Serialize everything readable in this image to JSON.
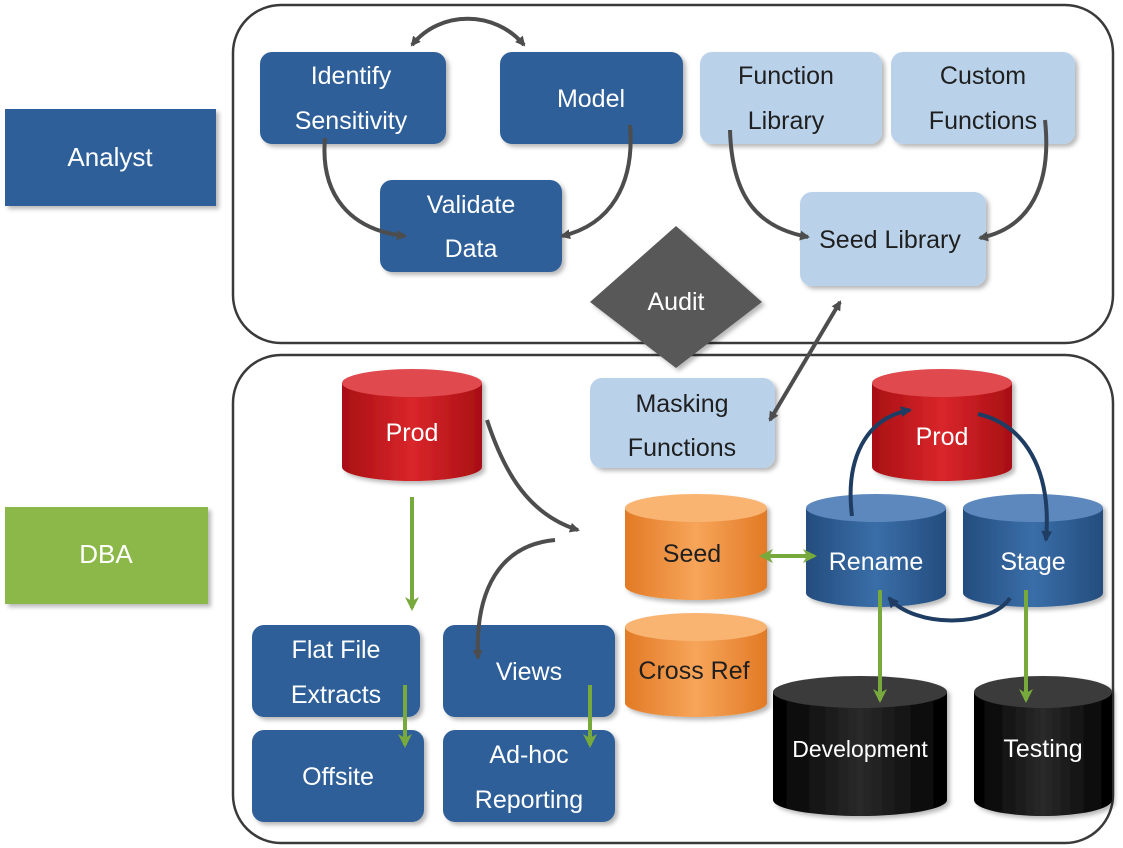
{
  "roles": {
    "analyst": "Analyst",
    "dba": "DBA"
  },
  "analyst_group": {
    "identify_sensitivity": [
      "Identify",
      "Sensitivity"
    ],
    "model": "Model",
    "validate_data": [
      "Validate",
      "Data"
    ],
    "function_library": [
      "Function",
      "Library"
    ],
    "custom_functions": [
      "Custom",
      "Functions"
    ],
    "seed_library": "Seed Library"
  },
  "audit": "Audit",
  "dba_group": {
    "prod_source": "Prod",
    "masking_functions": [
      "Masking",
      "Functions"
    ],
    "prod_target": "Prod",
    "seed": "Seed",
    "cross_ref": "Cross Ref",
    "rename": "Rename",
    "stage": "Stage",
    "flat_file_extracts": [
      "Flat File",
      "Extracts"
    ],
    "offsite": "Offsite",
    "views": "Views",
    "adhoc_reporting": [
      "Ad-hoc",
      "Reporting"
    ],
    "development": "Development",
    "testing": "Testing"
  },
  "colors": {
    "dark_blue": "#2e5f98",
    "light_blue": "#b9d2ea",
    "green_role": "#8cb84a",
    "red_db": "#c8151b",
    "orange_db": "#f0923f",
    "black_db": "#111111",
    "audit_gray": "#595959",
    "arrow_gray": "#4d4d4d",
    "arrow_green": "#77a93d",
    "arrow_navy": "#1f3c63"
  }
}
